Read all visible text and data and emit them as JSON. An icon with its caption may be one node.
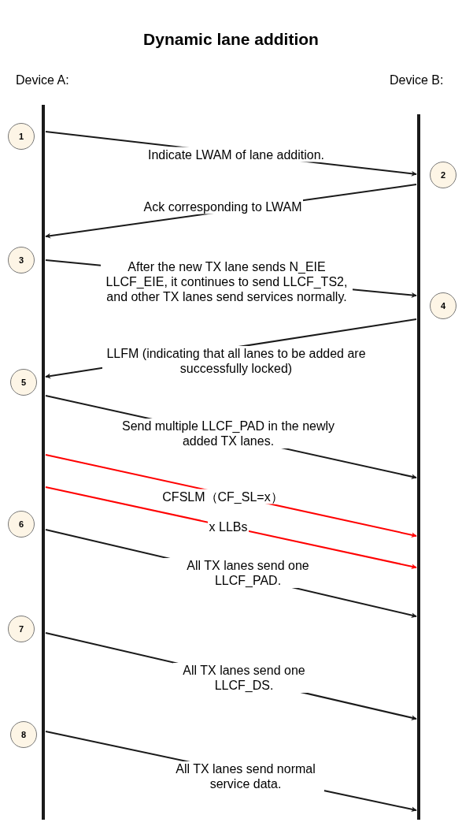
{
  "diagram": {
    "title": "Dynamic lane addition",
    "nodes": [
      {
        "text": [
          "Device A:"
        ]
      },
      {
        "text": [
          "Device B:"
        ]
      },
      {
        "text": [
          "1"
        ]
      },
      {
        "text": [
          "2"
        ]
      },
      {
        "text": [
          "3"
        ]
      },
      {
        "text": [
          "4"
        ]
      },
      {
        "text": [
          "5"
        ]
      },
      {
        "text": [
          "6"
        ]
      },
      {
        "text": [
          "7"
        ]
      },
      {
        "text": [
          "8"
        ]
      }
    ],
    "edges": [
      {
        "from": 0,
        "to": 1,
        "arrow": "to",
        "label": "Indicate LWAM of lane addition."
      },
      {
        "from": 1,
        "to": 0,
        "arrow": "to",
        "label": "Ack corresponding to LWAM"
      },
      {
        "from": 0,
        "to": 1,
        "arrow": "to",
        "label": "After the new TX lane sends N_EIE LLCF_EIE, it continues to send LLCF_TS2, and other TX lanes send services normally."
      },
      {
        "from": 1,
        "to": 0,
        "arrow": "to",
        "label": "LLFM (indicating that all lanes to be added are successfully locked)"
      },
      {
        "from": 0,
        "to": 1,
        "arrow": "to",
        "label": "Send multiple LLCF_PAD in the newly added TX lanes."
      },
      {
        "from": 0,
        "to": 1,
        "arrow": "to",
        "label": "CFSLM（CF_SL=x）",
        "color": "#ff0000"
      },
      {
        "from": 0,
        "to": 1,
        "arrow": "to",
        "label": "x LLBs",
        "color": "#ff0000"
      },
      {
        "from": 0,
        "to": 1,
        "arrow": "to",
        "label": "All TX lanes send one LLCF_PAD."
      },
      {
        "from": 0,
        "to": 1,
        "arrow": "to",
        "label": "All TX lanes send one LLCF_DS."
      },
      {
        "from": 0,
        "to": 1,
        "arrow": "to",
        "label": "All TX lanes send normal service data."
      }
    ]
  }
}
